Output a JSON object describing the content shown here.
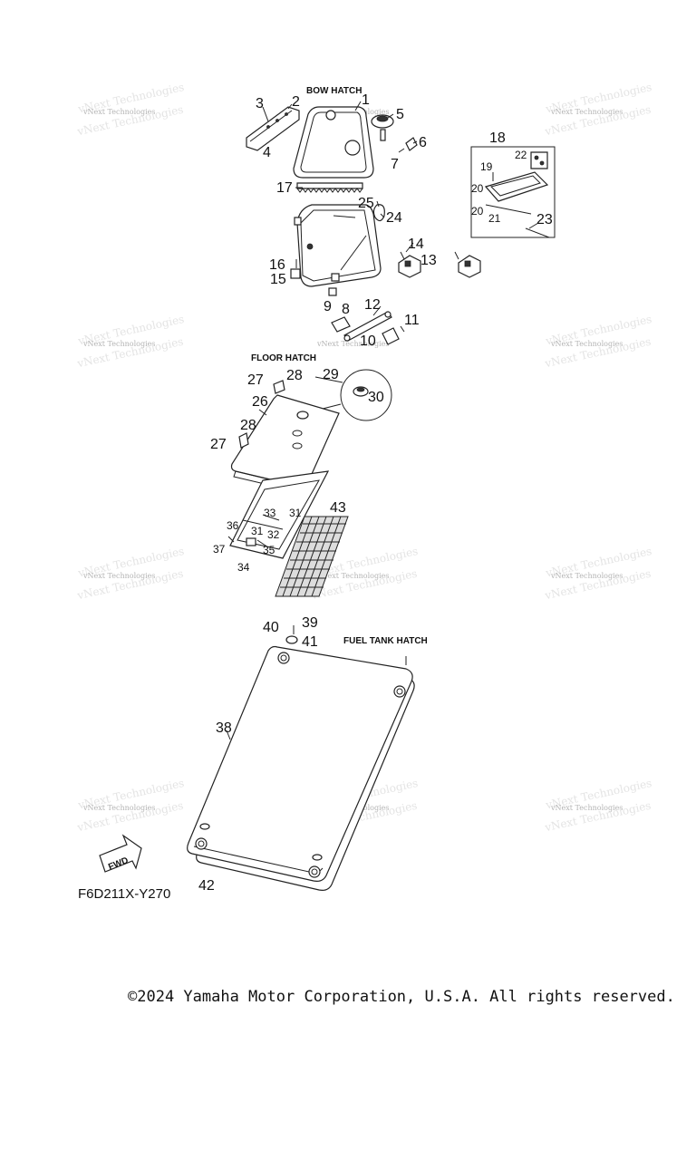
{
  "sections": {
    "bow_hatch": "BOW HATCH",
    "floor_hatch": "FLOOR HATCH",
    "fuel_tank_hatch": "FUEL TANK HATCH"
  },
  "part_numbers": [
    "1",
    "2",
    "3",
    "4",
    "5",
    "6",
    "7",
    "8",
    "9",
    "10",
    "11",
    "12",
    "13",
    "14",
    "15",
    "16",
    "17",
    "18",
    "19",
    "20",
    "20",
    "21",
    "22",
    "23",
    "24",
    "25",
    "26",
    "27",
    "27",
    "28",
    "28",
    "29",
    "30",
    "31",
    "31",
    "32",
    "33",
    "34",
    "35",
    "36",
    "37",
    "38",
    "39",
    "40",
    "41",
    "42",
    "43"
  ],
  "watermark": "vNext Technologies",
  "fwd_label": "FWD",
  "diagram_code": "F6D211X-Y270",
  "copyright": "©2024 Yamaha Motor Corporation, U.S.A. All rights reserved."
}
